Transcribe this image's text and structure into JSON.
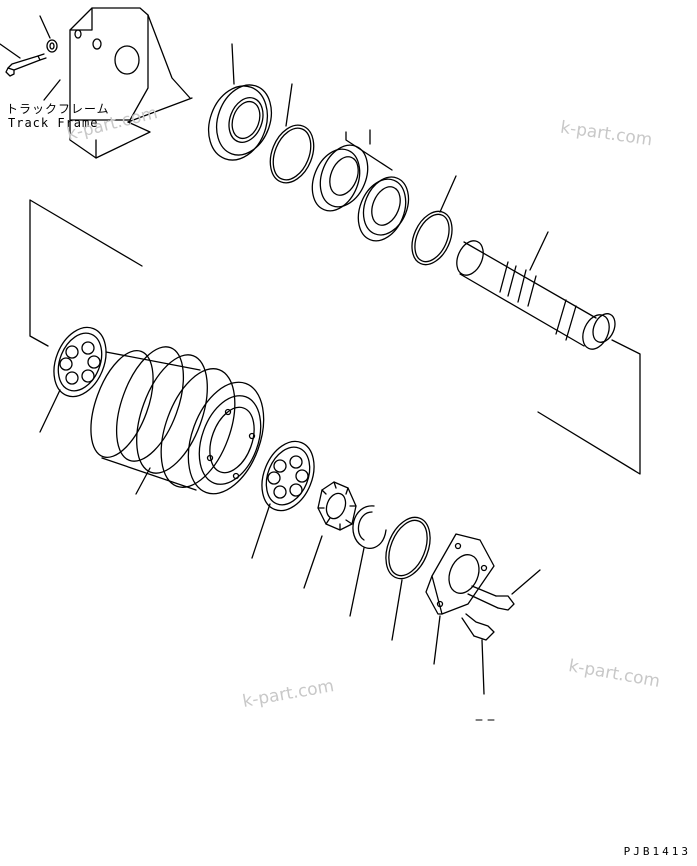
{
  "labels": {
    "track_frame_jp": "トラックフレーム",
    "track_frame_en": "Track Frame",
    "drawing_code": "PJB1413"
  },
  "watermarks": [
    "k-part.com",
    "k-part.com",
    "k-part.com",
    "k-part.com"
  ]
}
